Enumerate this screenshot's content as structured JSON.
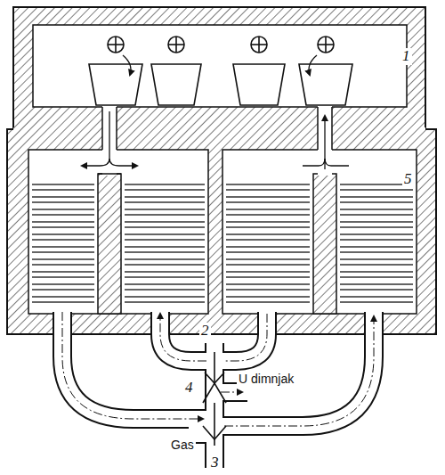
{
  "diagram": {
    "labels": [
      "1",
      "5",
      "2",
      "4",
      "U dimnjak",
      "Gas",
      "3"
    ]
  }
}
